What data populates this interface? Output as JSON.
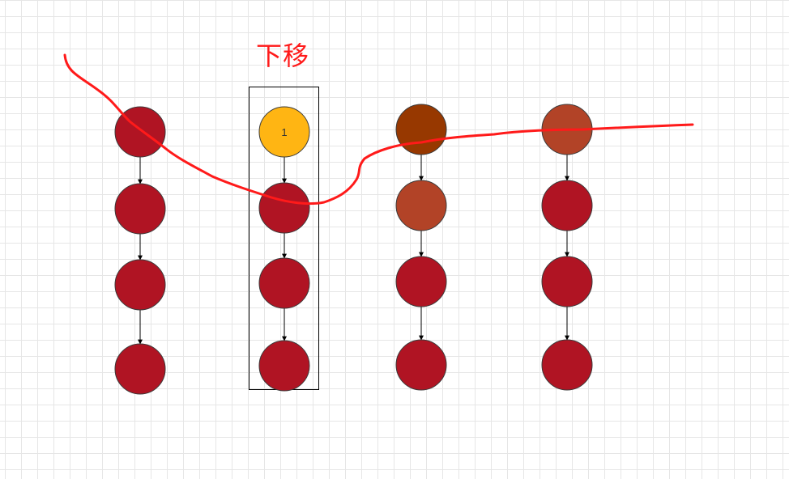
{
  "caption": {
    "text": "下移"
  },
  "colors": {
    "node_default": "#b01423",
    "node_highlight": "#ffb513",
    "node_brown_dark": "#973800",
    "node_brown_light": "#b24327",
    "arrow": "#000000",
    "box_border": "#000000",
    "annotation_stroke": "#ff1a1a"
  },
  "columns": [
    {
      "id": "column-1",
      "boxed": false,
      "nodes": [
        {
          "fill": "node_default",
          "label": ""
        },
        {
          "fill": "node_default",
          "label": ""
        },
        {
          "fill": "node_default",
          "label": ""
        },
        {
          "fill": "node_default",
          "label": ""
        }
      ]
    },
    {
      "id": "column-2",
      "boxed": true,
      "nodes": [
        {
          "fill": "node_highlight",
          "label": "1"
        },
        {
          "fill": "node_default",
          "label": ""
        },
        {
          "fill": "node_default",
          "label": ""
        },
        {
          "fill": "node_default",
          "label": ""
        }
      ]
    },
    {
      "id": "column-3",
      "boxed": false,
      "nodes": [
        {
          "fill": "node_brown_dark",
          "label": ""
        },
        {
          "fill": "node_brown_light",
          "label": ""
        },
        {
          "fill": "node_default",
          "label": ""
        },
        {
          "fill": "node_default",
          "label": ""
        }
      ]
    },
    {
      "id": "column-4",
      "boxed": false,
      "nodes": [
        {
          "fill": "node_brown_light",
          "label": ""
        },
        {
          "fill": "node_default",
          "label": ""
        },
        {
          "fill": "node_default",
          "label": ""
        },
        {
          "fill": "node_default",
          "label": ""
        }
      ]
    }
  ]
}
